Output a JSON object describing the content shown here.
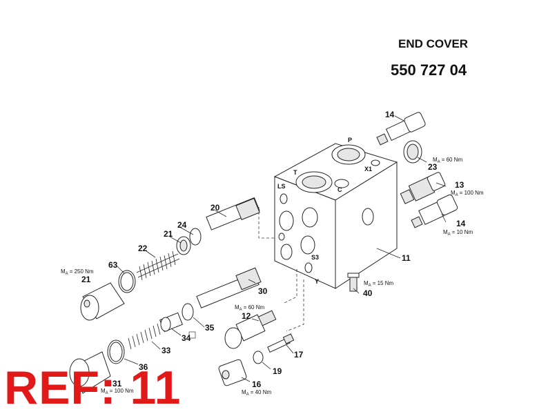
{
  "header": {
    "title": "END COVER",
    "part_number": "550 727 04"
  },
  "ref_label": "REF: 11",
  "ports": [
    "P",
    "X1",
    "T",
    "C",
    "LS",
    "S3",
    "Y"
  ],
  "callouts": {
    "c14a": "14",
    "c23": "23",
    "c13": "13",
    "c14b": "14",
    "c11": "11",
    "c20": "20",
    "c24": "24",
    "c21a": "21",
    "c22": "22",
    "c63": "63",
    "c21b": "21",
    "c30": "30",
    "c40": "40",
    "c12": "12",
    "c35": "35",
    "c34": "34",
    "c33": "33",
    "c17": "17",
    "c36": "36",
    "c19": "19",
    "c16": "16",
    "c31": "31"
  },
  "torques": {
    "m60a": "= 60 Nm",
    "m100a": "= 100 Nm",
    "m10": "= 10 Nm",
    "m250": "= 250 Nm",
    "m15": "= 15 Nm",
    "m60b": "= 60 Nm",
    "m40": "= 40 Nm",
    "m100b": "= 100 Nm"
  },
  "torque_symbol": "M",
  "torque_sub": "A"
}
